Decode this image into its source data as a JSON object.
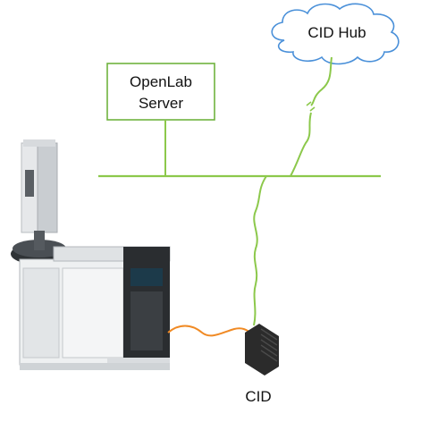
{
  "diagram": {
    "cloud_label": "CID Hub",
    "server_label_line1": "OpenLab",
    "server_label_line2": "Server",
    "device_label": "CID",
    "colors": {
      "network_line": "#8cc84b",
      "server_box_border": "#6fb33f",
      "cloud_stroke": "#4a90d9",
      "usb_cable": "#f08a24",
      "device_body": "#2b2b2b"
    }
  }
}
